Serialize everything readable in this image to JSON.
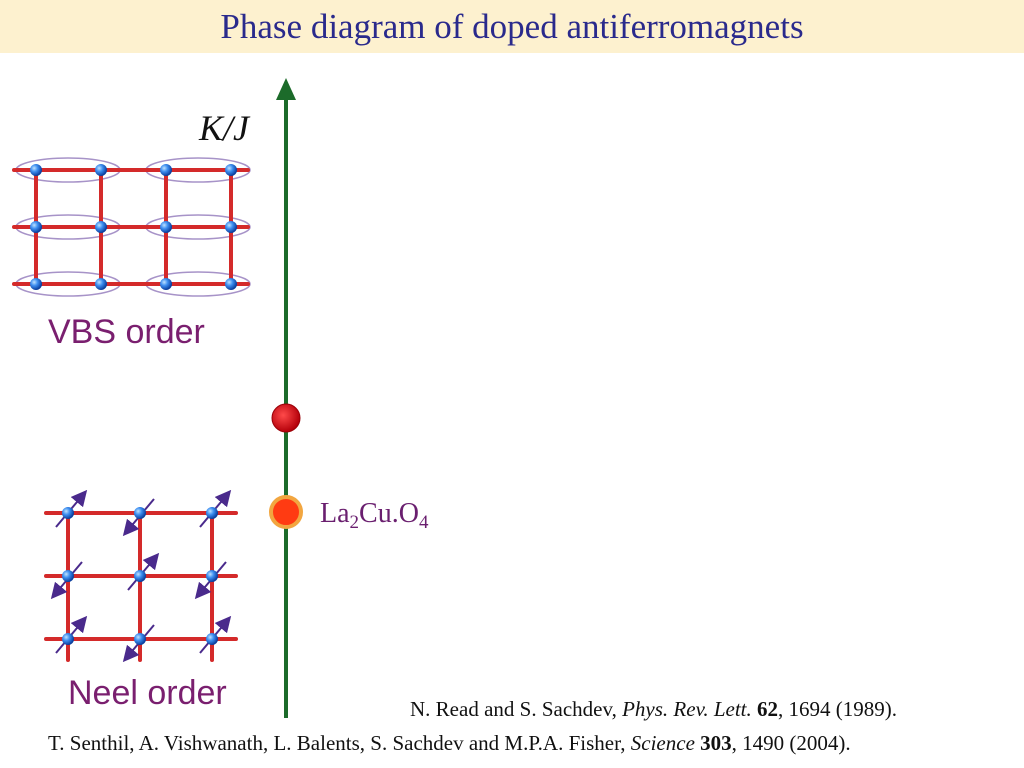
{
  "title": "Phase diagram of doped antiferromagnets",
  "axis": {
    "label": "K/J"
  },
  "phases": {
    "vbs": "VBS order",
    "neel": "Neel order"
  },
  "compound": {
    "base": [
      "La",
      "Cu.O"
    ],
    "subs": [
      "2",
      "4"
    ]
  },
  "references": {
    "ref1": {
      "authors": "N. Read and S. Sachdev, ",
      "journal": "Phys. Rev. Lett.",
      "volume": "62",
      "rest": ", 1694 (1989)."
    },
    "ref2": {
      "authors": "T. Senthil, A. Vishwanath, L. Balents, S. Sachdev and M.P.A. Fisher, ",
      "journal": "Science",
      "volume": "303",
      "rest": ", 1490 (2004)."
    }
  },
  "colors": {
    "axis": "#1c6b2a",
    "bond": "#d42a2a",
    "site": "#2f7fe0",
    "spin": "#4a2a8c",
    "critical_point": "#cc0a12",
    "compound_point": "#ff3b12",
    "compound_ring": "#f2a640",
    "title_bg": "#fdf1cf"
  }
}
